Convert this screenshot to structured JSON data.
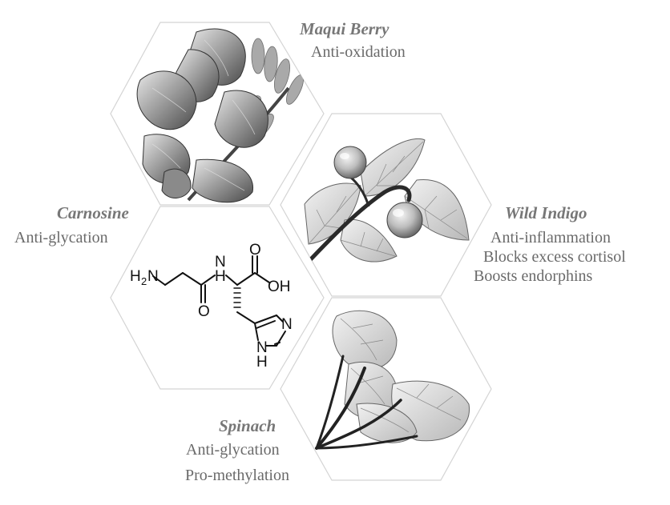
{
  "ingredients": {
    "maqui": {
      "name": "Maqui Berry",
      "benefits": [
        "Anti-oxidation"
      ],
      "image_icon": "maqui-berry-flower-illustration"
    },
    "wild_indigo": {
      "name": "Wild Indigo",
      "benefits": [
        "Anti-inflammation",
        "Blocks excess cortisol",
        "Boosts endorphins"
      ],
      "image_icon": "wild-indigo-leaf-berry-illustration"
    },
    "carnosine": {
      "name": "Carnosine",
      "benefits": [
        "Anti-glycation"
      ],
      "image_icon": "carnosine-molecule-structure"
    },
    "spinach": {
      "name": "Spinach",
      "benefits": [
        "Anti-glycation",
        "Pro-methylation"
      ],
      "image_icon": "spinach-leaves-illustration"
    }
  },
  "molecule": {
    "h2n_h": "H",
    "h2n_2": "2",
    "h2n_n": "N",
    "n_top": "N",
    "h_top": "H",
    "o_top": "O",
    "oh": "OH",
    "o_bottom": "O",
    "n_ring": "N",
    "nh_ring_n": "N",
    "nh_ring_h": "H"
  },
  "colors": {
    "hex_outline": "#d4d4d4",
    "label_text": "#6e6e6e",
    "molecule_ink": "#111111"
  }
}
